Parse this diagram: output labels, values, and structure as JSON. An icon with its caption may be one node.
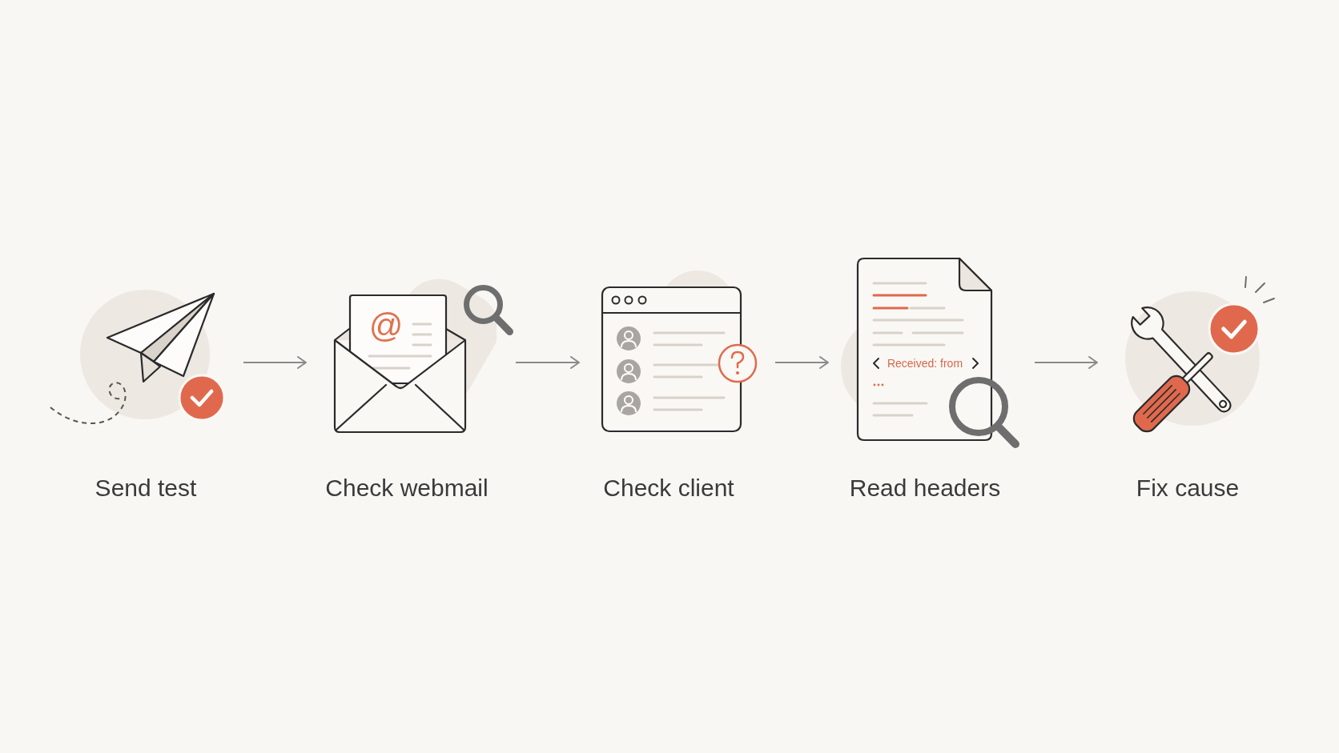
{
  "diagram": {
    "nodes": [
      {
        "text": [
          "Send test"
        ]
      },
      {
        "text": [
          "Check webmail"
        ]
      },
      {
        "text": [
          "Check client"
        ]
      },
      {
        "text": [
          "Read headers"
        ]
      },
      {
        "text": [
          "Fix cause"
        ]
      }
    ],
    "edges": [
      {
        "from": 0,
        "to": 1,
        "arrow": "to"
      },
      {
        "from": 1,
        "to": 2,
        "arrow": "to"
      },
      {
        "from": 2,
        "to": 3,
        "arrow": "to"
      },
      {
        "from": 3,
        "to": 4,
        "arrow": "to"
      }
    ],
    "labels": [
      "@",
      "Received: from"
    ]
  }
}
